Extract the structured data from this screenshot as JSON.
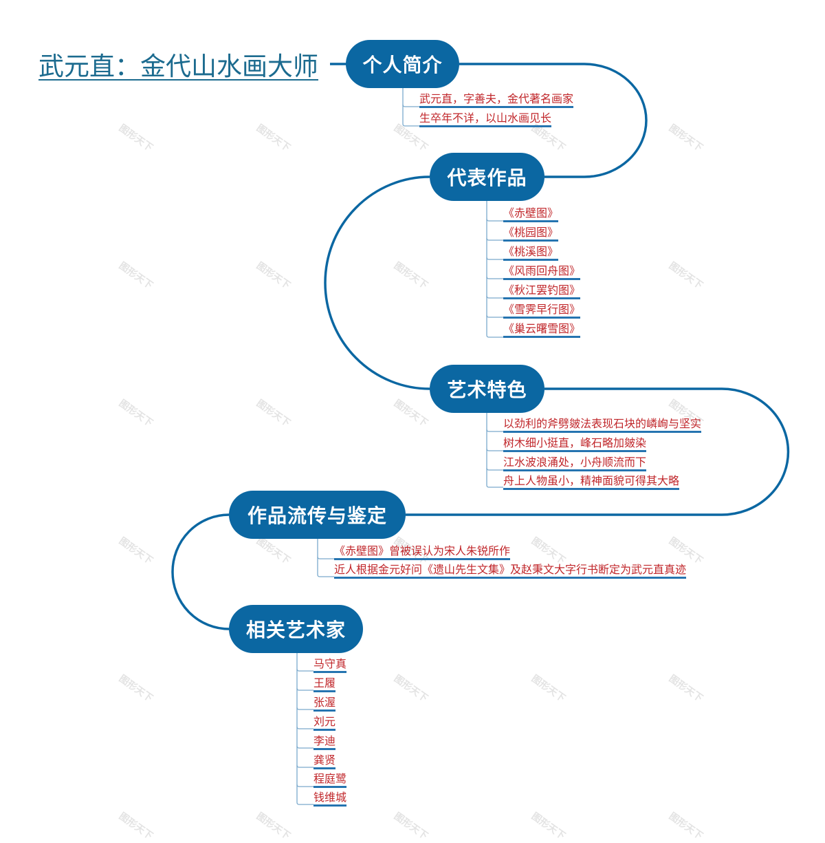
{
  "title": "武元直：金代山水画大师",
  "colors": {
    "node_fill": "#0b67a2",
    "connector": "#0b67a2",
    "leaf_text": "#c0262a",
    "leaf_underline": "#2574b0",
    "title_text": "#1c6b8f"
  },
  "watermark": "图形天下",
  "branches": [
    {
      "label": "个人简介",
      "items": [
        "武元直，字善夫，金代著名画家",
        "生卒年不详，以山水画见长"
      ]
    },
    {
      "label": "代表作品",
      "items": [
        "《赤壁图》",
        "《桃园图》",
        "《桃溪图》",
        "《风雨回舟图》",
        "《秋江罢钓图》",
        "《雪霁早行图》",
        "《巢云曙雪图》"
      ]
    },
    {
      "label": "艺术特色",
      "items": [
        "以劲利的斧劈皴法表现石块的嶙峋与坚实",
        "树木细小挺直，峰石略加皴染",
        "江水波浪涌处，小舟顺流而下",
        "舟上人物虽小，精神面貌可得其大略"
      ]
    },
    {
      "label": "作品流传与鉴定",
      "items": [
        "《赤壁图》曾被误认为宋人朱锐所作",
        "近人根据金元好问《遗山先生文集》及赵秉文大字行书断定为武元直真迹"
      ]
    },
    {
      "label": "相关艺术家",
      "items": [
        "马守真",
        "王履",
        "张渥",
        "刘元",
        "李迪",
        "龚贤",
        "程庭鹭",
        "钱维城"
      ]
    }
  ]
}
